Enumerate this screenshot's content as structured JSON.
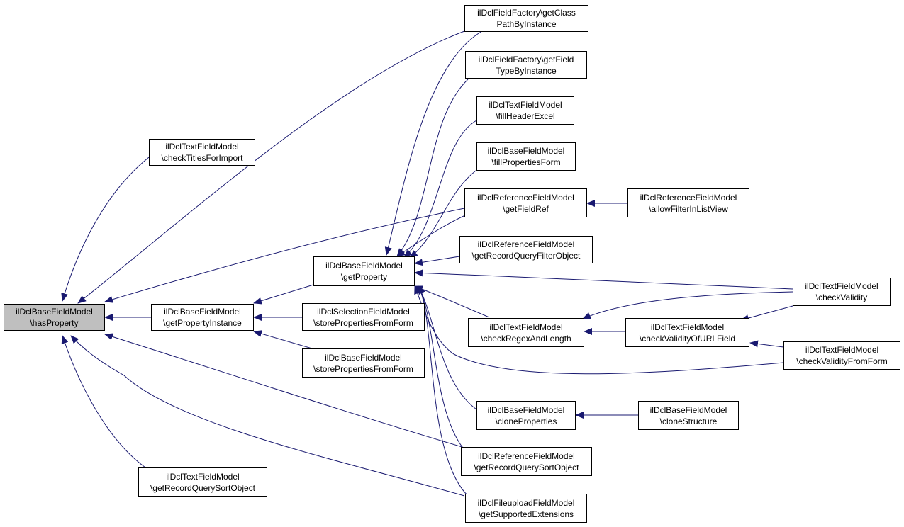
{
  "colors": {
    "edge": "#191970",
    "root_fill": "#bfbfbf",
    "node_fill": "#ffffff",
    "border": "#000000"
  },
  "nodes": {
    "n0": {
      "l1": "ilDclBaseFieldModel",
      "l2": "\\hasProperty"
    },
    "n1": {
      "l1": "ilDclTextFieldModel",
      "l2": "\\checkTitlesForImport"
    },
    "n2": {
      "l1": "ilDclBaseFieldModel",
      "l2": "\\getPropertyInstance"
    },
    "n3": {
      "l1": "ilDclTextFieldModel",
      "l2": "\\getRecordQuerySortObject"
    },
    "n4": {
      "l1": "ilDclBaseFieldModel",
      "l2": "\\getProperty"
    },
    "n5": {
      "l1": "ilDclSelectionFieldModel",
      "l2": "\\storePropertiesFromForm"
    },
    "n6": {
      "l1": "ilDclBaseFieldModel",
      "l2": "\\storePropertiesFromForm"
    },
    "n7": {
      "l1": "ilDclFieldFactory\\getClass",
      "l2": "PathByInstance"
    },
    "n8": {
      "l1": "ilDclFieldFactory\\getField",
      "l2": "TypeByInstance"
    },
    "n9": {
      "l1": "ilDclTextFieldModel",
      "l2": "\\fillHeaderExcel"
    },
    "n10": {
      "l1": "ilDclBaseFieldModel",
      "l2": "\\fillPropertiesForm"
    },
    "n11": {
      "l1": "ilDclReferenceFieldModel",
      "l2": "\\getFieldRef"
    },
    "n12": {
      "l1": "ilDclReferenceFieldModel",
      "l2": "\\getRecordQueryFilterObject"
    },
    "n13": {
      "l1": "ilDclTextFieldModel",
      "l2": "\\checkRegexAndLength"
    },
    "n14": {
      "l1": "ilDclBaseFieldModel",
      "l2": "\\cloneProperties"
    },
    "n15": {
      "l1": "ilDclReferenceFieldModel",
      "l2": "\\getRecordQuerySortObject"
    },
    "n16": {
      "l1": "ilDclFileuploadFieldModel",
      "l2": "\\getSupportedExtensions"
    },
    "n17": {
      "l1": "ilDclReferenceFieldModel",
      "l2": "\\allowFilterInListView"
    },
    "n18": {
      "l1": "ilDclTextFieldModel",
      "l2": "\\checkValidityOfURLField"
    },
    "n19": {
      "l1": "ilDclBaseFieldModel",
      "l2": "\\cloneStructure"
    },
    "n20": {
      "l1": "ilDclTextFieldModel",
      "l2": "\\checkValidity"
    },
    "n21": {
      "l1": "ilDclTextFieldModel",
      "l2": "\\checkValidityFromForm"
    }
  }
}
